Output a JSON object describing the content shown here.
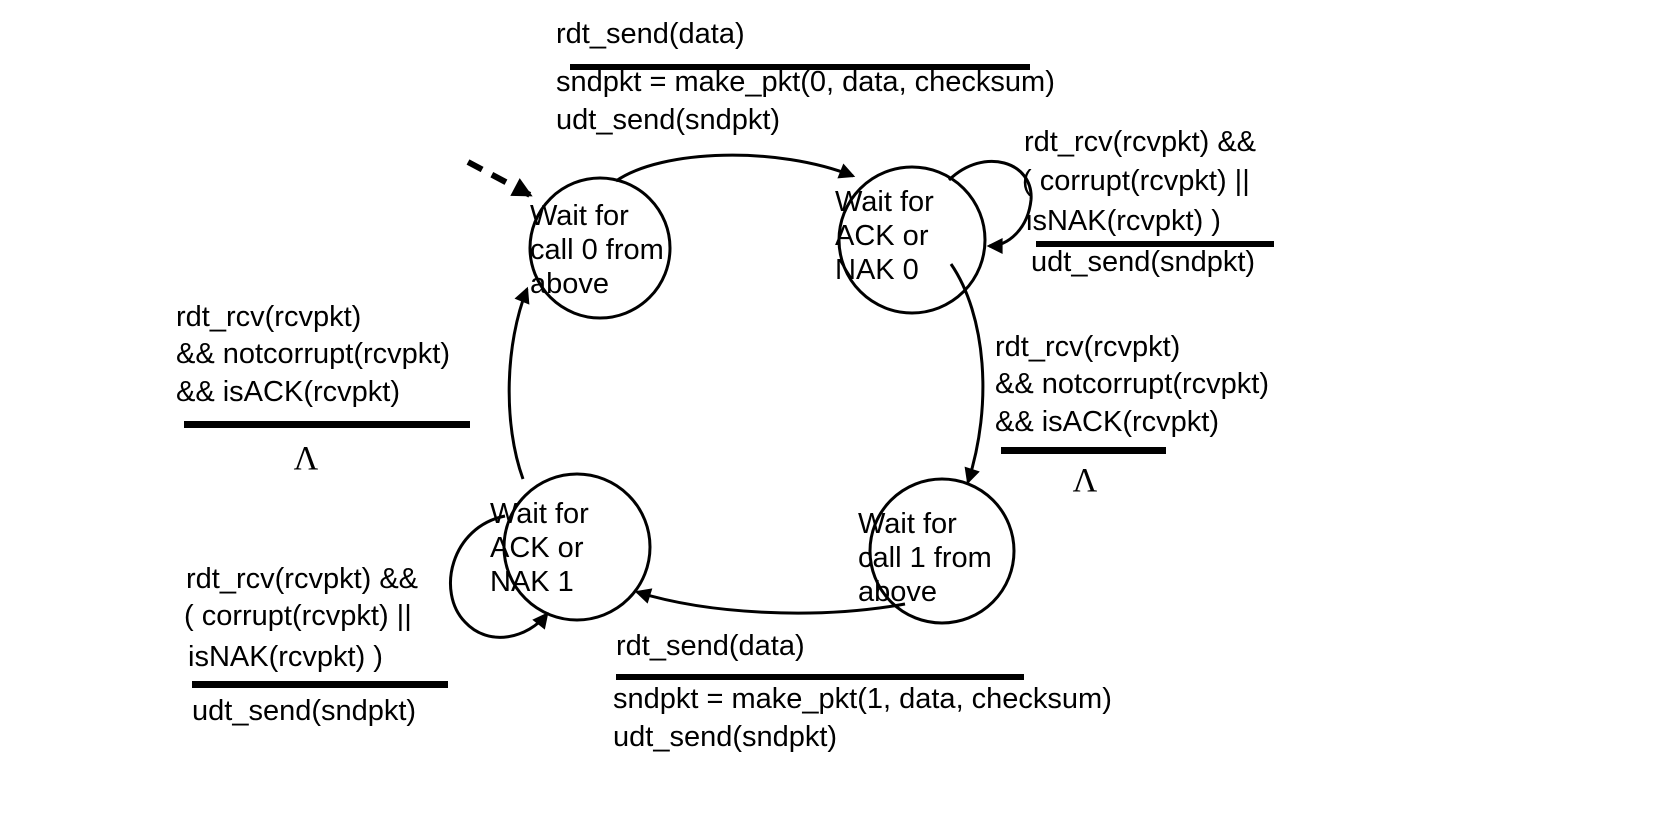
{
  "meta": {
    "background_color": "#ffffff",
    "ink_color": "#000000",
    "diagram_kind": "finite-state-machine"
  },
  "states": {
    "wait_call_0": {
      "line1": "Wait for",
      "line2": "call 0 from",
      "line3": "above"
    },
    "wait_ack_0": {
      "line1": "Wait for",
      "line2": "ACK or",
      "line3": "NAK 0"
    },
    "wait_ack_1": {
      "line1": "Wait for",
      "line2": "ACK or",
      "line3": "NAK 1"
    },
    "wait_call_1": {
      "line1": "Wait for",
      "line2": "call 1 from",
      "line3": "above"
    }
  },
  "transitions": {
    "send0": {
      "event": "rdt_send(data)",
      "action1": "sndpkt = make_pkt(0, data, checksum)",
      "action2": "udt_send(sndpkt)"
    },
    "resend0": {
      "event1": "rdt_rcv(rcvpkt) &&",
      "event2": "( corrupt(rcvpkt) ||",
      "event3": "isNAK(rcvpkt) )",
      "action": "udt_send(sndpkt)"
    },
    "ack0": {
      "event1": "rdt_rcv(rcvpkt)",
      "event2": "&& notcorrupt(rcvpkt)",
      "event3": "&& isACK(rcvpkt)",
      "action": "Λ"
    },
    "ack1": {
      "event1": "rdt_rcv(rcvpkt)",
      "event2": "&& notcorrupt(rcvpkt)",
      "event3": "&& isACK(rcvpkt)",
      "action": "Λ"
    },
    "resend1": {
      "event1": "rdt_rcv(rcvpkt) &&",
      "event2": "( corrupt(rcvpkt) ||",
      "event3": "isNAK(rcvpkt) )",
      "action": "udt_send(sndpkt)"
    },
    "send1": {
      "event": "rdt_send(data)",
      "action1": "sndpkt = make_pkt(1, data, checksum)",
      "action2": "udt_send(sndpkt)"
    }
  }
}
